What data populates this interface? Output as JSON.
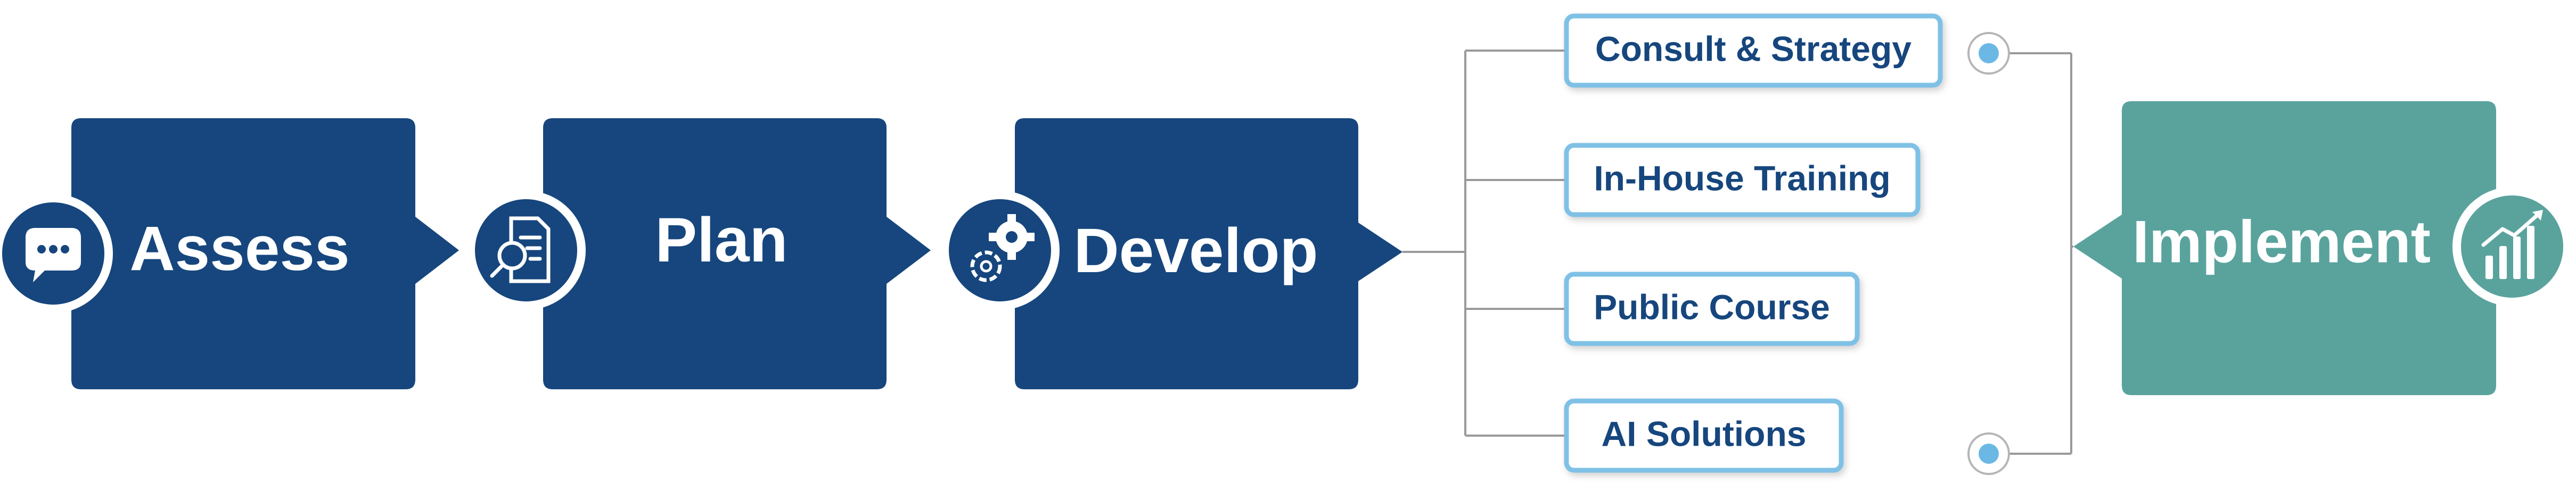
{
  "steps": [
    {
      "label": "Assess",
      "icon": "chat-bubble-icon"
    },
    {
      "label": "Plan",
      "icon": "document-search-icon"
    },
    {
      "label": "Develop",
      "icon": "gears-icon"
    }
  ],
  "options": [
    "Consult & Strategy",
    "In-House Training",
    "Public Course",
    "AI Solutions"
  ],
  "final_step": {
    "label": "Implement",
    "icon": "growth-chart-icon"
  },
  "colors": {
    "navy": "#16467d",
    "teal": "#5aa39d",
    "option_border": "#7fc1e6",
    "option_text": "#16467d",
    "connector": "#9a9a9a",
    "dot": "#6cb8e4"
  }
}
